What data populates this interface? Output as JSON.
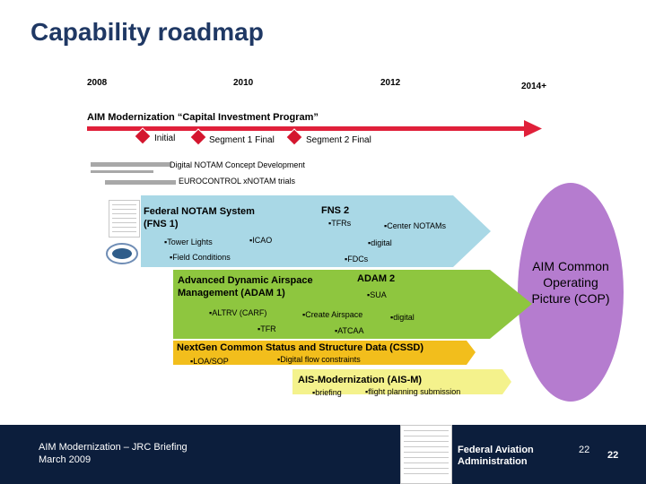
{
  "title": "Capability roadmap",
  "years": [
    "2008",
    "2010",
    "2012",
    "2014+"
  ],
  "main_bar_label": "AIM Modernization “Capital Investment Program”",
  "milestones": [
    "Initial",
    "Segment 1 Final",
    "Segment 2 Final"
  ],
  "gray_bars": [
    "Digital NOTAM Concept Development",
    "EUROCONTROL xNOTAM trials"
  ],
  "fns": {
    "title": "Federal NOTAM System (FNS 1)",
    "phase2": "FNS 2",
    "items": [
      "▪Tower Lights",
      "▪ICAO",
      "▪Field Conditions",
      "▪TFRs",
      "▪Center NOTAMs",
      "▪digital",
      "▪FDCs"
    ]
  },
  "adam": {
    "title": "Advanced Dynamic Airspace Management (ADAM 1)",
    "phase2": "ADAM 2",
    "items": [
      "▪SUA",
      "▪ALTRV (CARF)",
      "▪Create Airspace",
      "▪digital",
      "▪TFR",
      "▪ATCAA"
    ]
  },
  "cssd": {
    "title": "NextGen Common Status and Structure Data (CSSD)",
    "items": [
      "▪LOA/SOP",
      "▪Digital flow constraints"
    ]
  },
  "aism": {
    "title": "AIS-Modernization (AIS-M)",
    "items": [
      "▪briefing",
      "▪flight planning submission"
    ]
  },
  "cop_label": "AIM Common Operating Picture (COP)",
  "footer": {
    "line1": "AIM Modernization – JRC Briefing",
    "line2": "March 2009",
    "agency": "Federal Aviation Administration",
    "page_a": "22",
    "page_b": "22"
  },
  "colors": {
    "title": "#1f3864",
    "main_bar": "#e0203a",
    "milestone": "#d4162e",
    "fns": "#a9d8e6",
    "adam": "#8ec63f",
    "cssd": "#f2be1c",
    "aism": "#f4f28c",
    "cop": "#b57ccf",
    "footer": "#0c1e3c"
  }
}
